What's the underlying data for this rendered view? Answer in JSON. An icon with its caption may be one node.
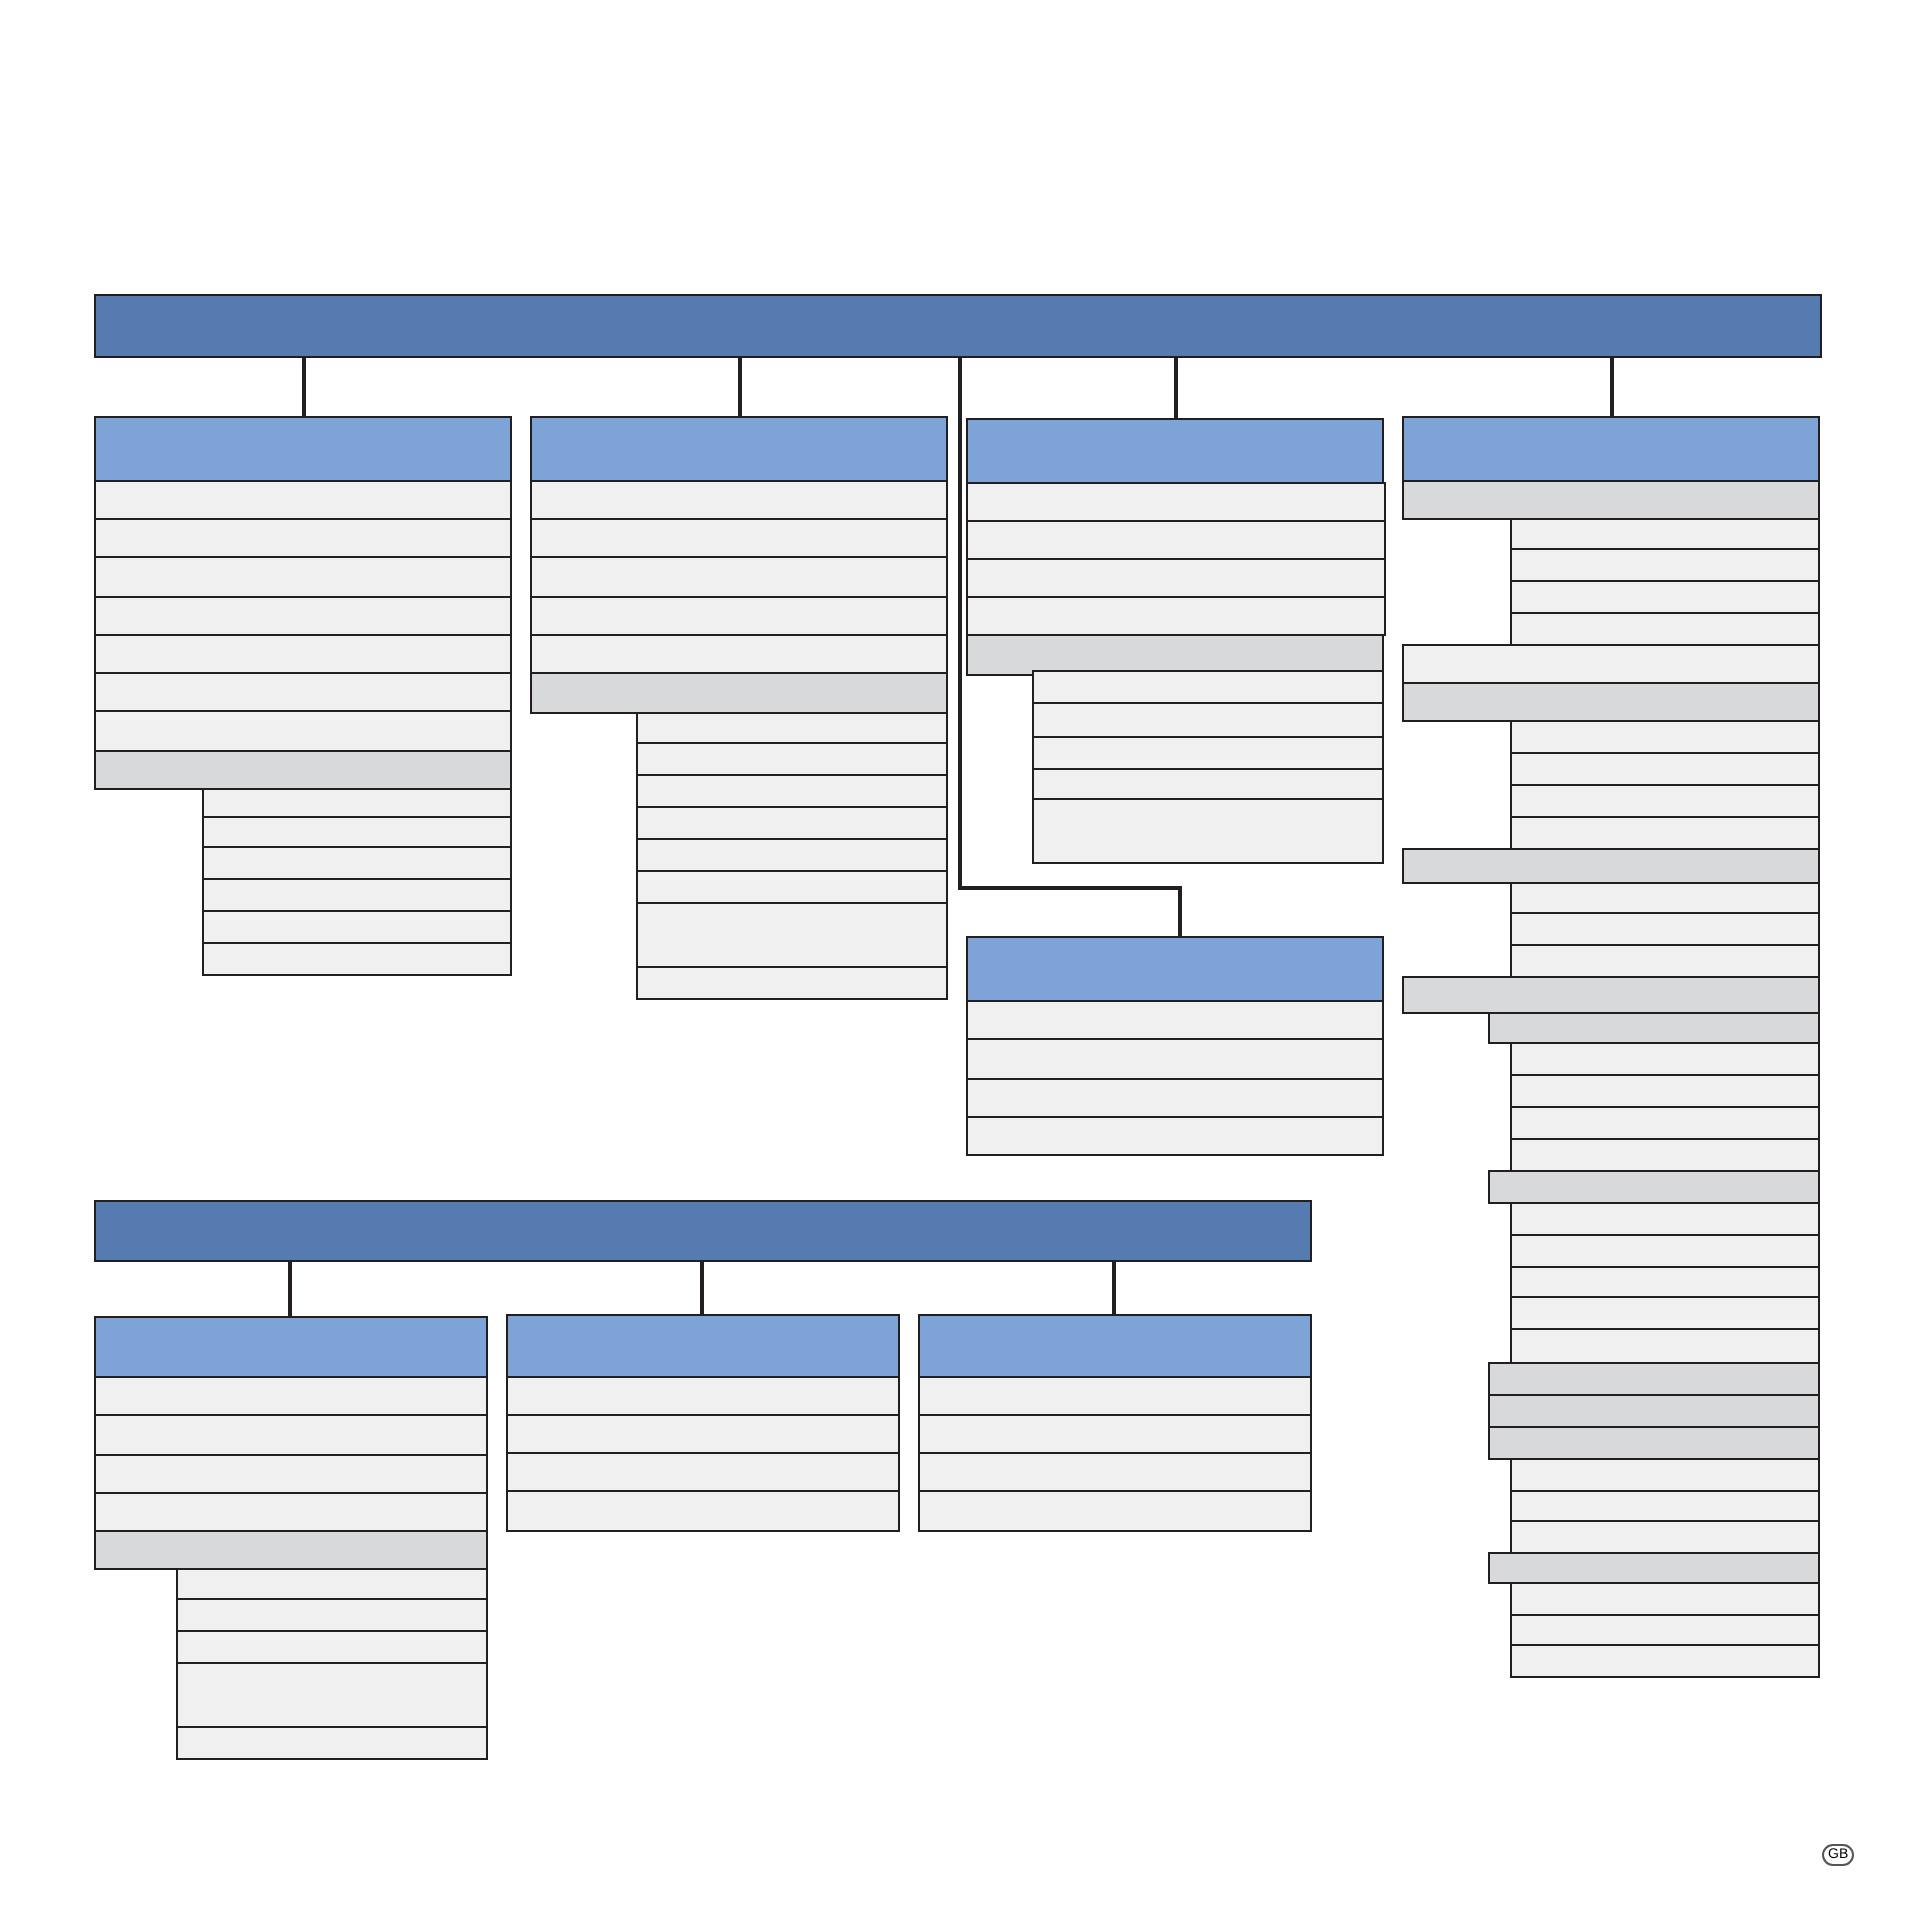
{
  "diagram": {
    "nodes": [
      {
        "text": [],
        "shape": "bar"
      },
      {
        "text": [],
        "shape": "box"
      },
      {
        "text": [],
        "shape": "box"
      },
      {
        "text": [],
        "shape": "box"
      },
      {
        "text": [],
        "shape": "box"
      },
      {
        "text": [],
        "shape": "box"
      },
      {
        "text": [],
        "shape": "box"
      },
      {
        "text": [],
        "shape": "box"
      },
      {
        "text": [],
        "shape": "box"
      },
      {
        "text": [],
        "shape": "box"
      },
      {
        "text": [],
        "shape": "box"
      },
      {
        "text": [],
        "shape": "box"
      },
      {
        "text": [],
        "shape": "box"
      },
      {
        "text": [],
        "shape": "box"
      },
      {
        "text": [],
        "shape": "box"
      },
      {
        "text": [],
        "shape": "box"
      },
      {
        "text": [],
        "shape": "box"
      },
      {
        "text": [],
        "shape": "box"
      },
      {
        "text": [],
        "shape": "box"
      },
      {
        "text": [],
        "shape": "box"
      },
      {
        "text": [],
        "shape": "box"
      },
      {
        "text": [],
        "shape": "box"
      },
      {
        "text": [],
        "shape": "box"
      },
      {
        "text": [],
        "shape": "box"
      },
      {
        "text": [],
        "shape": "box"
      },
      {
        "text": [],
        "shape": "box"
      },
      {
        "text": [],
        "shape": "box"
      },
      {
        "text": [],
        "shape": "box"
      },
      {
        "text": [],
        "shape": "box"
      },
      {
        "text": [],
        "shape": "box"
      },
      {
        "text": [],
        "shape": "box"
      },
      {
        "text": [],
        "shape": "box"
      },
      {
        "text": [],
        "shape": "box"
      },
      {
        "text": [],
        "shape": "box"
      },
      {
        "text": [],
        "shape": "box"
      },
      {
        "text": [],
        "shape": "box"
      },
      {
        "text": [],
        "shape": "box"
      },
      {
        "text": [],
        "shape": "box"
      },
      {
        "text": [],
        "shape": "box"
      },
      {
        "text": [],
        "shape": "box"
      },
      {
        "text": [],
        "shape": "box"
      },
      {
        "text": [],
        "shape": "box"
      },
      {
        "text": [],
        "shape": "box"
      },
      {
        "text": [],
        "shape": "box"
      },
      {
        "text": [],
        "shape": "box"
      },
      {
        "text": [],
        "shape": "box"
      },
      {
        "text": [],
        "shape": "box"
      },
      {
        "text": [],
        "shape": "box"
      },
      {
        "text": [],
        "shape": "box"
      },
      {
        "text": [],
        "shape": "box"
      },
      {
        "text": [],
        "shape": "box"
      },
      {
        "text": [],
        "shape": "box"
      },
      {
        "text": [],
        "shape": "box"
      },
      {
        "text": [],
        "shape": "box"
      },
      {
        "text": [],
        "shape": "box"
      },
      {
        "text": [],
        "shape": "box"
      },
      {
        "text": [],
        "shape": "box"
      },
      {
        "text": [],
        "shape": "box"
      },
      {
        "text": [],
        "shape": "box"
      },
      {
        "text": [],
        "shape": "box"
      },
      {
        "text": [],
        "shape": "box"
      },
      {
        "text": [],
        "shape": "box"
      },
      {
        "text": [],
        "shape": "box"
      },
      {
        "text": [],
        "shape": "box"
      },
      {
        "text": [],
        "shape": "box"
      },
      {
        "text": [],
        "shape": "box"
      },
      {
        "text": [],
        "shape": "box"
      },
      {
        "text": [],
        "shape": "box"
      },
      {
        "text": [],
        "shape": "box"
      },
      {
        "text": [],
        "shape": "box"
      },
      {
        "text": [],
        "shape": "box"
      },
      {
        "text": [],
        "shape": "box"
      },
      {
        "text": [],
        "shape": "box"
      },
      {
        "text": [],
        "shape": "box"
      },
      {
        "text": [],
        "shape": "box"
      },
      {
        "text": [],
        "shape": "box"
      },
      {
        "text": [],
        "shape": "box"
      },
      {
        "text": [],
        "shape": "box"
      },
      {
        "text": [],
        "shape": "box"
      },
      {
        "text": [],
        "shape": "box"
      },
      {
        "text": [],
        "shape": "box"
      },
      {
        "text": [],
        "shape": "box"
      },
      {
        "text": [],
        "shape": "box"
      },
      {
        "text": [],
        "shape": "box"
      },
      {
        "text": [],
        "shape": "box"
      },
      {
        "text": [],
        "shape": "bar"
      },
      {
        "text": [],
        "shape": "box"
      },
      {
        "text": [],
        "shape": "box"
      },
      {
        "text": [],
        "shape": "box"
      },
      {
        "text": [],
        "shape": "box"
      },
      {
        "text": [],
        "shape": "box"
      },
      {
        "text": [],
        "shape": "box"
      },
      {
        "text": [],
        "shape": "box"
      },
      {
        "text": [],
        "shape": "box"
      },
      {
        "text": [],
        "shape": "box"
      },
      {
        "text": [],
        "shape": "box"
      },
      {
        "text": [],
        "shape": "box"
      },
      {
        "text": [],
        "shape": "box"
      },
      {
        "text": [],
        "shape": "box"
      },
      {
        "text": [],
        "shape": "box"
      },
      {
        "text": [],
        "shape": "box"
      },
      {
        "text": [],
        "shape": "box"
      },
      {
        "text": [],
        "shape": "box"
      },
      {
        "text": [],
        "shape": "box"
      },
      {
        "text": [],
        "shape": "box"
      },
      {
        "text": [],
        "shape": "box"
      },
      {
        "text": [],
        "shape": "box"
      }
    ],
    "edges": [
      {
        "from": 0,
        "to": 1,
        "arrow": "none"
      },
      {
        "from": 0,
        "to": 16,
        "arrow": "none"
      },
      {
        "from": 0,
        "to": 42,
        "arrow": "none"
      },
      {
        "from": 0,
        "to": 31,
        "arrow": "none"
      },
      {
        "from": 0,
        "to": 47,
        "arrow": "none"
      },
      {
        "from": 85,
        "to": 86,
        "arrow": "none"
      },
      {
        "from": 85,
        "to": 97,
        "arrow": "none"
      },
      {
        "from": 85,
        "to": 102,
        "arrow": "none"
      }
    ],
    "labels": [
      "GB"
    ]
  }
}
